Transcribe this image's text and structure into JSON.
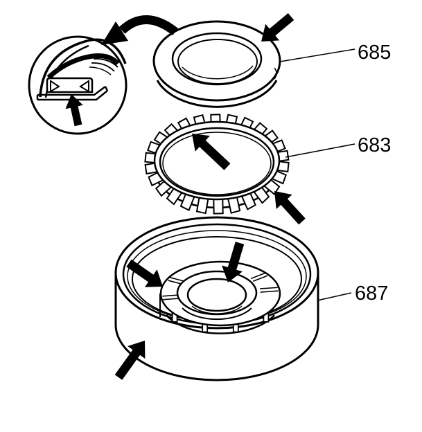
{
  "figure": {
    "background_color": "#ffffff",
    "line_color": "#000000",
    "arrow_color": "#000000",
    "callouts": [
      {
        "label": "685"
      },
      {
        "label": "683"
      },
      {
        "label": "687"
      }
    ],
    "icons": {
      "pointer_arrows": "arrow-icon",
      "detail_reference": "curved-arrow-icon",
      "magnified_detail": "detail-circle"
    }
  }
}
